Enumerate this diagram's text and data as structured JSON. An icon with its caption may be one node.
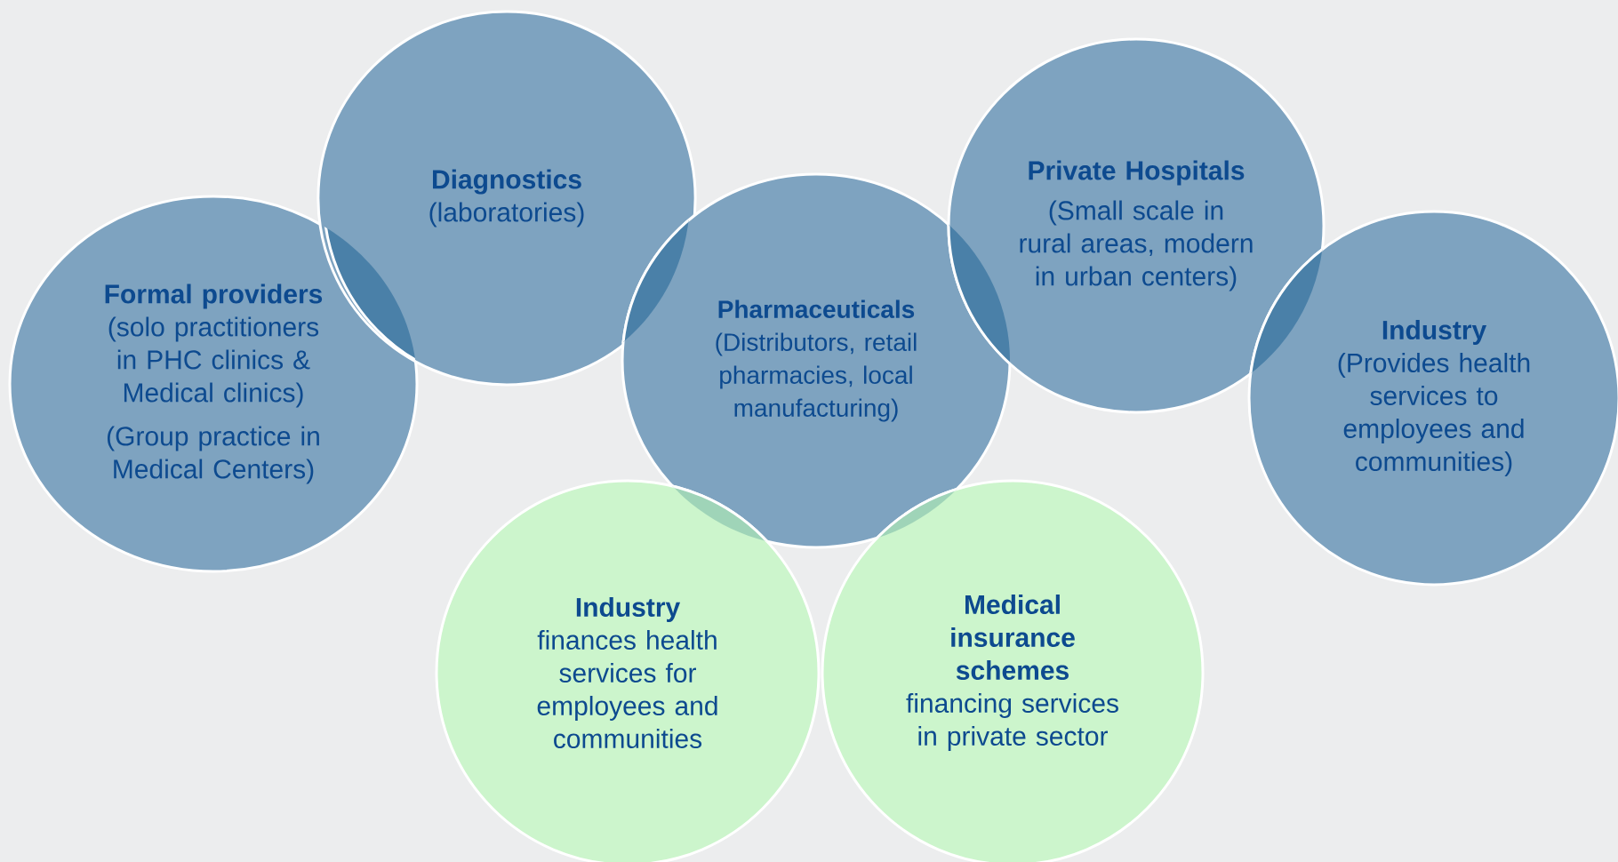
{
  "diagram": {
    "nodes": [
      {
        "text": [
          "**Formal providers** (solo practitioners in PHC clinics & Medical clinics)",
          "(Group practice in Medical Centers)"
        ]
      },
      {
        "text": [
          "Diagnostics",
          "(laboratories)"
        ]
      },
      {
        "text": [
          "Pharmaceuticals",
          "(Distributors, retail pharmacies, local manufacturing)"
        ]
      },
      {
        "text": [
          "Private Hospitals",
          "(Small scale in rural areas, modern in urban centers)"
        ]
      },
      {
        "text": [
          "Industry",
          "(Provides health services to employees and communities)"
        ]
      },
      {
        "text": [
          "Industry",
          "finances health services for employees and communities"
        ]
      },
      {
        "text": [
          "Medical insurance schemes",
          "financing services in private sector"
        ]
      }
    ]
  }
}
